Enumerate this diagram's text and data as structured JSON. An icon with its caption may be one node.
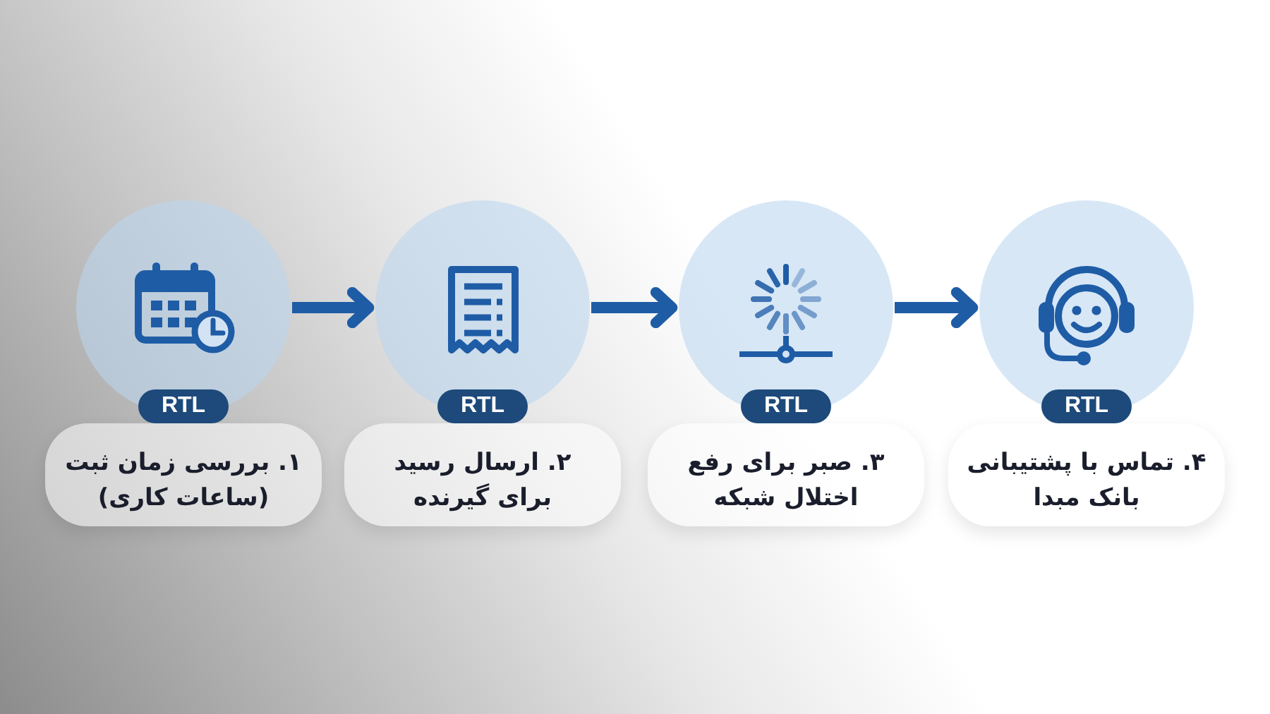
{
  "diagram": {
    "nodes": [
      {
        "text": [
          "RTL"
        ]
      },
      {
        "text": [
          "۱. بررسی زمان ثبت (ساعات کاری)"
        ]
      },
      {
        "text": [
          "RTL"
        ]
      },
      {
        "text": [
          "۲. ارسال رسید برای گیرنده"
        ]
      },
      {
        "text": [
          "RTL"
        ]
      },
      {
        "text": [
          "۳. صبر برای رفع اختلال شبکه"
        ]
      },
      {
        "text": [
          "RTL"
        ]
      },
      {
        "text": [
          "۴. تماس با پشتیبانی بانک مبدا"
        ]
      }
    ],
    "edges": [
      {
        "from": 0,
        "to": 2,
        "arrow": "to"
      },
      {
        "from": 2,
        "to": 4,
        "arrow": "to"
      },
      {
        "from": 4,
        "to": 6,
        "arrow": "to"
      }
    ]
  }
}
